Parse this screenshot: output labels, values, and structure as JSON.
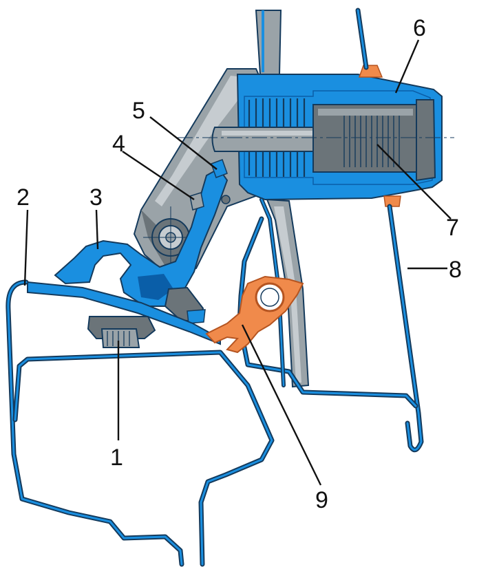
{
  "colors": {
    "blue": "#1a8fe0",
    "blue_dark": "#0a5ea8",
    "gray": "#9aa3a8",
    "gray_dark": "#6b7479",
    "gray_light": "#c6ccd0",
    "orange": "#f08a4b",
    "orange_dark": "#b55420",
    "outline": "#143a5c",
    "background": "#ffffff"
  },
  "callouts": [
    {
      "id": "1",
      "label": "1"
    },
    {
      "id": "2",
      "label": "2"
    },
    {
      "id": "3",
      "label": "3"
    },
    {
      "id": "4",
      "label": "4"
    },
    {
      "id": "5",
      "label": "5"
    },
    {
      "id": "6",
      "label": "6"
    },
    {
      "id": "7",
      "label": "7"
    },
    {
      "id": "8",
      "label": "8"
    },
    {
      "id": "9",
      "label": "9"
    }
  ]
}
